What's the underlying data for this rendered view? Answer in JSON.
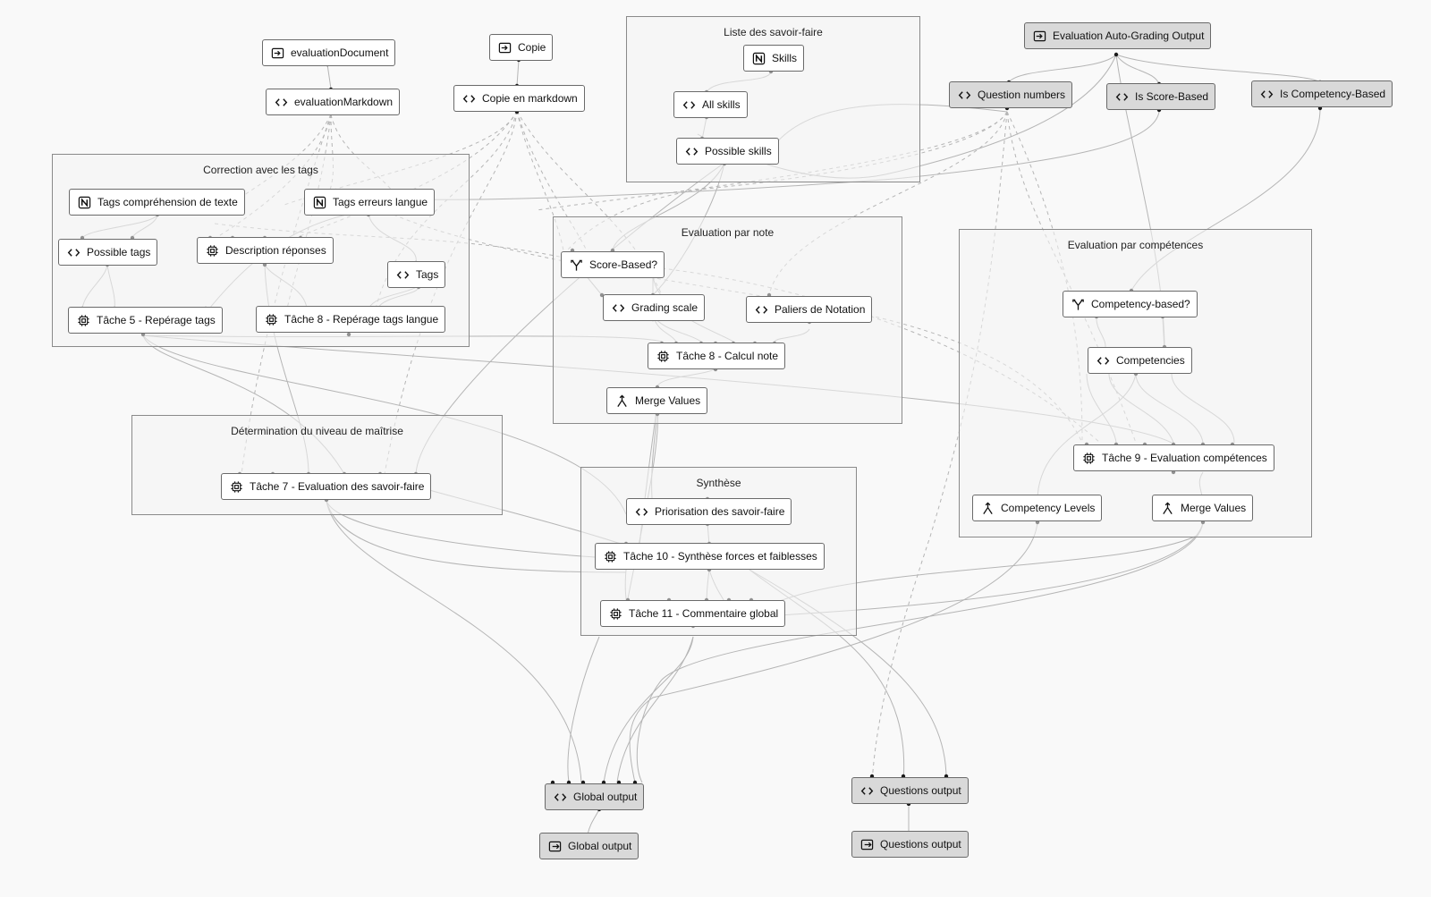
{
  "groups": {
    "savoir_faire": "Liste des savoir-faire",
    "tags": "Correction avec les tags",
    "note": "Evaluation par note",
    "competences": "Evaluation par compétences",
    "maitrise": "Détermination du niveau de maîtrise",
    "synthese": "Synthèse"
  },
  "nodes": {
    "evaluationDocument": "evaluationDocument",
    "evaluationMarkdown": "evaluationMarkdown",
    "copie": "Copie",
    "copieMarkdown": "Copie en markdown",
    "skills": "Skills",
    "allSkills": "All skills",
    "possibleSkills": "Possible skills",
    "autoGradingOutput": "Evaluation Auto-Grading Output",
    "questionNumbers": "Question numbers",
    "isScoreBased": "Is Score-Based",
    "isCompetencyBased": "Is Competency-Based",
    "tagsComprehension": "Tags compréhension de texte",
    "tagsErreurs": "Tags erreurs langue",
    "possibleTags": "Possible tags",
    "descriptionReponses": "Description réponses",
    "tags": "Tags",
    "tache5": "Tâche 5 - Repérage tags",
    "tache8Tags": "Tâche 8 - Repérage tags langue",
    "scoreBased": "Score-Based?",
    "gradingScale": "Grading scale",
    "paliers": "Paliers de Notation",
    "tache8Calcul": "Tâche 8 - Calcul note",
    "mergeValues1": "Merge Values",
    "competencyBased": "Competency-based?",
    "competencies": "Competencies",
    "tache9": "Tâche 9 - Evaluation compétences",
    "competencyLevels": "Competency Levels",
    "mergeValues2": "Merge Values",
    "tache7": "Tâche 7 - Evaluation des savoir-faire",
    "priorisation": "Priorisation des savoir-faire",
    "tache10": "Tâche 10 - Synthèse forces et faiblesses",
    "tache11": "Tâche 11 - Commentaire global",
    "globalOutput": "Global output",
    "globalOutputExit": "Global output",
    "questionsOutput": "Questions output",
    "questionsOutputExit": "Questions output"
  }
}
